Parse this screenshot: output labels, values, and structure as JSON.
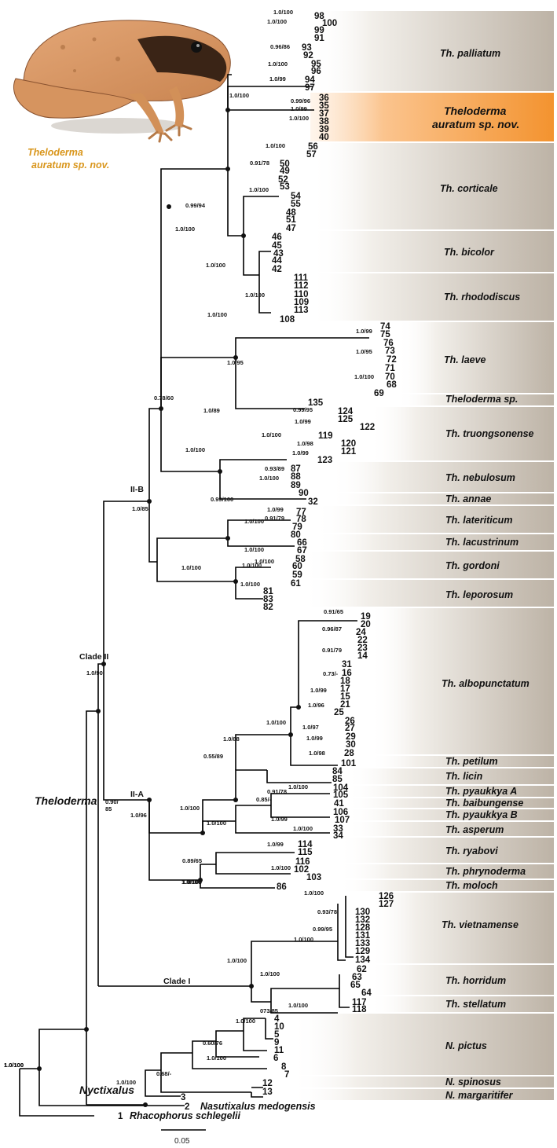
{
  "photo": {
    "label_line1": "Theloderma",
    "label_line2": "auratum sp. nov."
  },
  "bands": [
    {
      "id": "palliatum",
      "a": "Th. palliatum",
      "b": ""
    },
    {
      "id": "auratum",
      "a": "Theloderma",
      "b": "auratum sp. nov."
    },
    {
      "id": "corticale",
      "a": "Th. corticale",
      "b": ""
    },
    {
      "id": "bicolor",
      "a": "Th. bicolor",
      "b": ""
    },
    {
      "id": "rhododiscus",
      "a": "Th. rhododiscus",
      "b": ""
    },
    {
      "id": "laeve",
      "a": "Th. laeve",
      "b": ""
    },
    {
      "id": "thsp",
      "a": "Theloderma sp.",
      "b": ""
    },
    {
      "id": "truongsonense",
      "a": "Th. truongsonense",
      "b": ""
    },
    {
      "id": "nebulosum",
      "a": "Th. nebulosum",
      "b": ""
    },
    {
      "id": "annae",
      "a": "Th. annae",
      "b": ""
    },
    {
      "id": "lateriticum",
      "a": "Th. lateriticum",
      "b": ""
    },
    {
      "id": "lacustrinum",
      "a": "Th. lacustrinum",
      "b": ""
    },
    {
      "id": "gordoni",
      "a": "Th. gordoni",
      "b": ""
    },
    {
      "id": "leporosum",
      "a": "Th. leporosum",
      "b": ""
    },
    {
      "id": "albopunctatum",
      "a": "Th. albopunctatum",
      "b": ""
    },
    {
      "id": "petilum",
      "a": "Th. petilum",
      "b": ""
    },
    {
      "id": "licin",
      "a": "Th. licin",
      "b": ""
    },
    {
      "id": "pyaukkyaA",
      "a": "Th. pyaukkya A",
      "b": ""
    },
    {
      "id": "baibungense",
      "a": "Th. baibungense",
      "b": ""
    },
    {
      "id": "pyaukkyaB",
      "a": "Th. pyaukkya B",
      "b": ""
    },
    {
      "id": "asperum",
      "a": "Th. asperum",
      "b": ""
    },
    {
      "id": "ryabovi",
      "a": "Th. ryabovi",
      "b": ""
    },
    {
      "id": "phrynoderma",
      "a": "Th. phrynoderma",
      "b": ""
    },
    {
      "id": "moloch",
      "a": "Th. moloch",
      "b": ""
    },
    {
      "id": "vietnamense",
      "a": "Th. vietnamense",
      "b": ""
    },
    {
      "id": "horridum",
      "a": "Th. horridum",
      "b": ""
    },
    {
      "id": "stellatum",
      "a": "Th. stellatum",
      "b": ""
    },
    {
      "id": "pictus",
      "a": "N. pictus",
      "b": ""
    },
    {
      "id": "spinosus",
      "a": "N. spinosus",
      "b": ""
    },
    {
      "id": "margaritifer",
      "a": "N. margaritifer",
      "b": ""
    }
  ],
  "tips": [
    {
      "n": "98"
    },
    {
      "n": "100"
    },
    {
      "n": "99"
    },
    {
      "n": "91"
    },
    {
      "n": "93"
    },
    {
      "n": "92"
    },
    {
      "n": "95"
    },
    {
      "n": "96"
    },
    {
      "n": "94"
    },
    {
      "n": "97"
    },
    {
      "n": "36"
    },
    {
      "n": "35"
    },
    {
      "n": "37"
    },
    {
      "n": "38"
    },
    {
      "n": "39"
    },
    {
      "n": "40"
    },
    {
      "n": "56"
    },
    {
      "n": "57"
    },
    {
      "n": "50"
    },
    {
      "n": "49"
    },
    {
      "n": "52"
    },
    {
      "n": "53"
    },
    {
      "n": "54"
    },
    {
      "n": "55"
    },
    {
      "n": "48"
    },
    {
      "n": "51"
    },
    {
      "n": "47"
    },
    {
      "n": "46"
    },
    {
      "n": "45"
    },
    {
      "n": "43"
    },
    {
      "n": "44"
    },
    {
      "n": "42"
    },
    {
      "n": "111"
    },
    {
      "n": "112"
    },
    {
      "n": "110"
    },
    {
      "n": "109"
    },
    {
      "n": "113"
    },
    {
      "n": "108"
    },
    {
      "n": "74"
    },
    {
      "n": "75"
    },
    {
      "n": "76"
    },
    {
      "n": "73"
    },
    {
      "n": "72"
    },
    {
      "n": "71"
    },
    {
      "n": "70"
    },
    {
      "n": "68"
    },
    {
      "n": "69"
    },
    {
      "n": "135"
    },
    {
      "n": "124"
    },
    {
      "n": "125"
    },
    {
      "n": "122"
    },
    {
      "n": "119"
    },
    {
      "n": "120"
    },
    {
      "n": "121"
    },
    {
      "n": "123"
    },
    {
      "n": "87"
    },
    {
      "n": "88"
    },
    {
      "n": "89"
    },
    {
      "n": "90"
    },
    {
      "n": "32"
    },
    {
      "n": "77"
    },
    {
      "n": "78"
    },
    {
      "n": "79"
    },
    {
      "n": "80"
    },
    {
      "n": "66"
    },
    {
      "n": "67"
    },
    {
      "n": "58"
    },
    {
      "n": "60"
    },
    {
      "n": "59"
    },
    {
      "n": "61"
    },
    {
      "n": "81"
    },
    {
      "n": "83"
    },
    {
      "n": "82"
    },
    {
      "n": "19"
    },
    {
      "n": "20"
    },
    {
      "n": "24"
    },
    {
      "n": "22"
    },
    {
      "n": "23"
    },
    {
      "n": "14"
    },
    {
      "n": "31"
    },
    {
      "n": "16"
    },
    {
      "n": "18"
    },
    {
      "n": "17"
    },
    {
      "n": "15"
    },
    {
      "n": "21"
    },
    {
      "n": "25"
    },
    {
      "n": "26"
    },
    {
      "n": "27"
    },
    {
      "n": "29"
    },
    {
      "n": "30"
    },
    {
      "n": "28"
    },
    {
      "n": "101"
    },
    {
      "n": "84"
    },
    {
      "n": "85"
    },
    {
      "n": "104"
    },
    {
      "n": "105"
    },
    {
      "n": "41"
    },
    {
      "n": "106"
    },
    {
      "n": "107"
    },
    {
      "n": "33"
    },
    {
      "n": "34"
    },
    {
      "n": "114"
    },
    {
      "n": "115"
    },
    {
      "n": "116"
    },
    {
      "n": "102"
    },
    {
      "n": "103"
    },
    {
      "n": "86"
    },
    {
      "n": "126"
    },
    {
      "n": "127"
    },
    {
      "n": "130"
    },
    {
      "n": "132"
    },
    {
      "n": "128"
    },
    {
      "n": "131"
    },
    {
      "n": "133"
    },
    {
      "n": "129"
    },
    {
      "n": "134"
    },
    {
      "n": "62"
    },
    {
      "n": "63"
    },
    {
      "n": "65"
    },
    {
      "n": "64"
    },
    {
      "n": "117"
    },
    {
      "n": "118"
    },
    {
      "n": "4"
    },
    {
      "n": "10"
    },
    {
      "n": "5"
    },
    {
      "n": "9"
    },
    {
      "n": "11"
    },
    {
      "n": "6"
    },
    {
      "n": "8"
    },
    {
      "n": "7"
    },
    {
      "n": "12"
    },
    {
      "n": "13"
    },
    {
      "n": "3"
    }
  ],
  "outgroups": [
    {
      "n": "2",
      "name": "Nasutixalus medogensis"
    },
    {
      "n": "1",
      "name": "Rhacophorus schlegelii"
    }
  ],
  "supports": [
    "1.0/100",
    "1.0/100",
    "0.96/86",
    "1.0/100",
    "1.0/99",
    "1.0/100",
    "0.99/96",
    "1.0/99",
    "1.0/100",
    "1.0/100",
    "0.91/78",
    "1.0/100",
    "0.99/94",
    "1.0/100",
    "1.0/100",
    "1.0/100",
    "1.0/100",
    "1.0/99",
    "1.0/95",
    "1.0/100",
    "1.0/95",
    "0.78/60",
    "0.99/95",
    "1.0/99",
    "1.0/100",
    "1.0/98",
    "1.0/99",
    "1.0/89",
    "1.0/100",
    "0.93/89",
    "1.0/100",
    "0.99/100",
    "1.0/99",
    "0.91/79",
    "1.0/100",
    "1.0/100",
    "1.0/100",
    "1.0/100",
    "1.0/100",
    "1.0/100",
    "0.91/65",
    "0.96/87",
    "0.91/79",
    "0.73/-",
    "1.0/99",
    "1.0/96",
    "1.0/100",
    "1.0/97",
    "1.0/99",
    "1.0/98",
    "1.0/88",
    "0.55/89",
    "1.0/100",
    "1.0/100",
    "0.91/78",
    "0.85/-",
    "1.0/99",
    "1.0/100",
    "1.0/100",
    "1.0/99",
    "1.0/100",
    "0.89/65",
    "1.0/100",
    "1.0/100",
    "1.0/100",
    "0.93/78",
    "0.99/95",
    "1.0/100",
    "1.0/100",
    "1.0/100",
    "073/85",
    "1.0/100",
    "1.0/100",
    "0.60/76",
    "1.0/100",
    "0.68/-",
    "1.0/100",
    "1.0/100",
    "1.0/100",
    "1.0/100"
  ],
  "clades": {
    "IIB": "II-B",
    "IIB_support": "1.0/85",
    "CladeII": "Clade II",
    "CladeII_support": "1.0/90",
    "IIA": "II-A",
    "IIA_support": "1.0/96",
    "Theloderma": "Theloderma",
    "root_support1": "0.90/",
    "root_support2": "85",
    "CladeI": "Clade I",
    "Nyctixalus": "Nyctixalus"
  },
  "scale": {
    "label": "0.05"
  },
  "colors": {
    "band_light": "#ffffff",
    "band_dark": "#bdb3a6",
    "highlight_light": "#fde6cf",
    "highlight_dark": "#f3932f",
    "photo_text": "#d9961c"
  }
}
